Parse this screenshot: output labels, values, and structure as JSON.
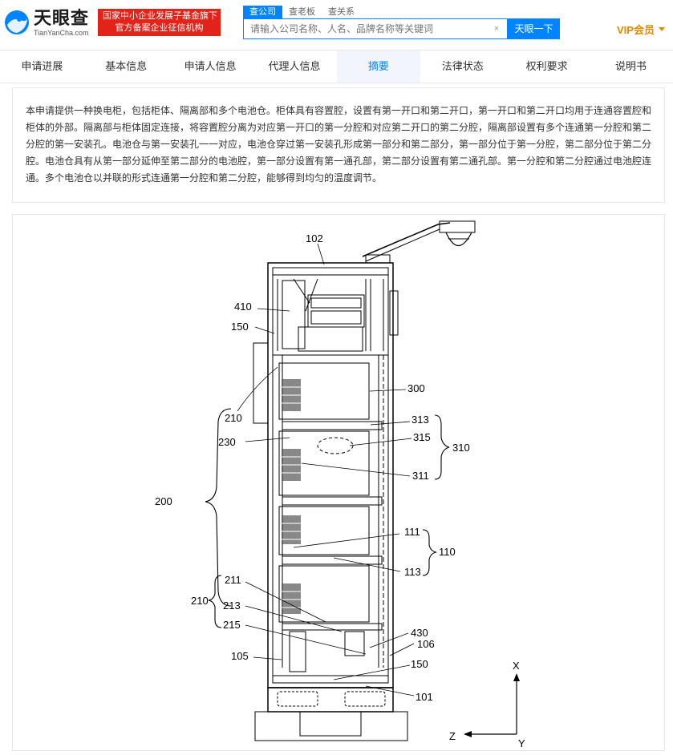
{
  "header": {
    "logo_cn": "天眼查",
    "logo_en": "TianYanCha.com",
    "badge_line1": "国家中小企业发展子基金旗下",
    "badge_line2": "官方备案企业征信机构",
    "search_tabs": [
      "查公司",
      "查老板",
      "查关系"
    ],
    "search_placeholder": "请输入公司名称、人名、品牌名称等关键词",
    "search_button": "天眼一下",
    "vip_label": "VIP会员"
  },
  "tabs": [
    "申请进展",
    "基本信息",
    "申请人信息",
    "代理人信息",
    "摘要",
    "法律状态",
    "权利要求",
    "说明书"
  ],
  "active_tab": 4,
  "abstract_text": "本申请提供一种换电柜，包括柜体、隔离部和多个电池仓。柜体具有容置腔，设置有第一开口和第二开口，第一开口和第二开口均用于连通容置腔和柜体的外部。隔离部与柜体固定连接，将容置腔分离为对应第一开口的第一分腔和对应第二开口的第二分腔，隔离部设置有多个连通第一分腔和第二分腔的第一安装孔。电池仓与第一安装孔一一对应，电池仓穿过第一安装孔形成第一部分和第二部分，第一部分位于第一分腔，第二部分位于第二分腔。电池仓具有从第一部分延伸至第二部分的电池腔，第一部分设置有第一通孔部，第二部分设置有第二通孔部。第一分腔和第二分腔通过电池腔连通。多个电池仓以并联的形式连通第一分腔和第二分腔，能够得到均匀的温度调节。",
  "figure": {
    "labels": {
      "l102": "102",
      "l410": "410",
      "l150a": "150",
      "l300": "300",
      "l210a": "210",
      "l313": "313",
      "l230": "230",
      "l315": "315",
      "l310": "310",
      "l311": "311",
      "l200": "200",
      "l111": "111",
      "l110": "110",
      "l113": "113",
      "l211": "211",
      "l210b": "210",
      "l213": "213",
      "l215": "215",
      "l430": "430",
      "l106": "106",
      "l105": "105",
      "l150b": "150",
      "l101": "101",
      "axis_x": "X",
      "axis_z": "Z",
      "axis_y": "Y"
    }
  }
}
